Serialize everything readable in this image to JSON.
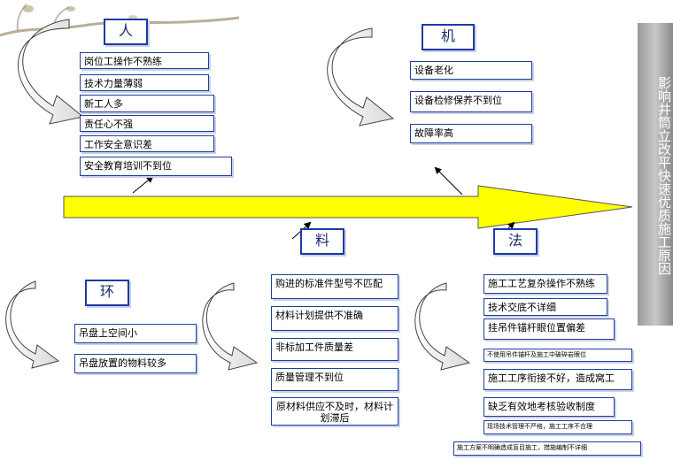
{
  "title": "影响井筒立改平快速优质施工原因",
  "categories": {
    "ren": "人",
    "ji": "机",
    "liao": "料",
    "fa": "法",
    "huan": "环"
  },
  "ren_items": [
    "岗位工操作不熟练",
    "技术力量薄弱",
    "新工人多",
    "责任心不强",
    "工作安全意识差",
    "安全教育培训不到位"
  ],
  "ji_items": [
    "设备老化",
    "设备检修保养不到位",
    "故障率高"
  ],
  "liao_items": [
    "购进的标准件型号不匹配",
    "材料计划提供不准确",
    "非标加工件质量差",
    "质量管理不到位",
    "原材料供应不及时，材料计划滞后"
  ],
  "fa_items": [
    "施工工艺复杂操作不熟练",
    "技术交底不详细",
    "挂吊件锚杆眼位置偏差",
    "不使用吊件锚杆及施工中破碎岩眼位",
    "施工工序衔接不好，造成窝工",
    "缺乏有效地考核验收制度",
    "现场技术管理不严格，施工工序不合理",
    "施工方案不明确造成盲目施工，措施编制不详细"
  ],
  "huan_items": [
    "吊盘上空间小",
    "吊盘放置的物料较多"
  ],
  "colors": {
    "arrow_fill": "#ffff00",
    "arrow_stroke": "#555555",
    "box_border": "#1f3f9a",
    "sidebar": "#a8a8a8"
  }
}
